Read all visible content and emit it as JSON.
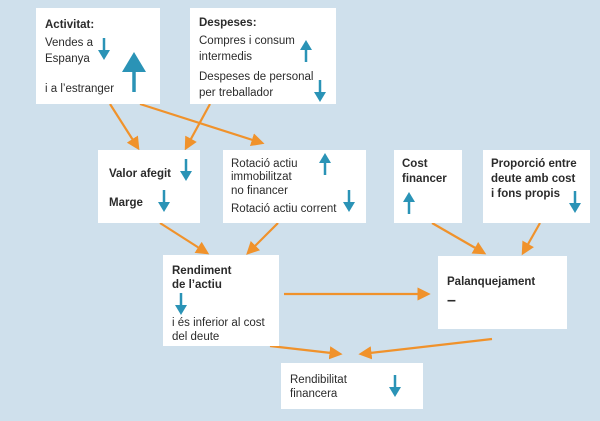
{
  "colors": {
    "background": "#cfe0ec",
    "box": "#ffffff",
    "connector": "#f0922b",
    "indicator_arrow": "#2a93b6"
  },
  "activitat": {
    "title": "Activitat:",
    "line1": "Vendes a",
    "line2": "Espanya",
    "line3": "i a l’estranger",
    "arrow1": "down",
    "arrow2": "up-large"
  },
  "despeses": {
    "title": "Despeses:",
    "line1": "Compres i consum",
    "line2": "intermedis",
    "line3": "Despeses de personal",
    "line4": "per treballador",
    "arrow1": "up",
    "arrow2": "down"
  },
  "valor": {
    "title": "Valor afegit",
    "marge": "Marge",
    "arrow1": "down",
    "arrow2": "down"
  },
  "rotacio": {
    "line1": "Rotació actiu",
    "line2": "immobilitzat",
    "line3": "no financer",
    "line4": "Rotació actiu corrent",
    "arrow1": "up",
    "arrow2": "down"
  },
  "cost": {
    "line1": "Cost",
    "line2": "financer",
    "arrow": "up"
  },
  "proporcio": {
    "line1": "Proporció entre",
    "line2": "deute amb cost",
    "line3": "i fons propis",
    "arrow": "down"
  },
  "rendiment": {
    "line1": "Rendiment",
    "line2": "de l’actiu",
    "line3": "i és inferior al cost",
    "line4": "del deute",
    "arrow": "down"
  },
  "palanquejament": {
    "title": "Palanquejament",
    "value": "–"
  },
  "rendibilitat": {
    "line1": "Rendibilitat",
    "line2": "financera",
    "arrow": "down"
  }
}
